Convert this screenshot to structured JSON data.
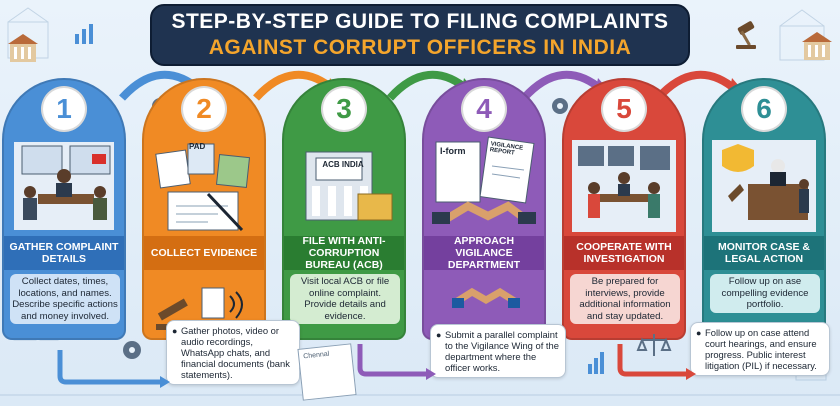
{
  "title": {
    "line1": "STEP-BY-STEP GUIDE TO FILING COMPLAINTS",
    "line2": "AGAINST CORRUPT OFFICERS IN INDIA"
  },
  "colors": {
    "step1": "#4a8fd6",
    "step2": "#f08a24",
    "step3": "#3f9a45",
    "step4": "#8e5bb8",
    "step5": "#d9483b",
    "step6": "#2e8f95",
    "title_bg": "#1f3350",
    "title_accent": "#f4a52c"
  },
  "steps": [
    {
      "number": "1",
      "heading": "GATHER COMPLAINT DETAILS",
      "description": "Collect dates, times, locations, and names. Describe specific actions and money involved.",
      "illustration": "meeting-icon"
    },
    {
      "number": "2",
      "heading": "COLLECT EVIDENCE",
      "description": "",
      "illustration": "evidence-documents-icon",
      "detail": "Gather photos, video or audio recordings, WhatsApp chats, and financial documents (bank statements)."
    },
    {
      "number": "3",
      "heading": "FILE WITH ANTI-CORRUPTION BUREAU (ACB)",
      "description": "Visit local ACB or file online complaint. Provide details and evidence.",
      "illustration": "acb-building-icon",
      "sign": "ACB INDIA"
    },
    {
      "number": "4",
      "heading": "APPROACH VIGILANCE DEPARTMENT",
      "description": "",
      "illustration": "handshake-icon",
      "form_label": "I-form",
      "report_label": "VIGILANCE REPORT",
      "detail": "Submit a parallel complaint to the Vigilance Wing of the department where the officer works."
    },
    {
      "number": "5",
      "heading": "COOPERATE WITH INVESTIGATION",
      "description": "Be prepared for interviews, provide additional information and stay updated.",
      "illustration": "interview-icon"
    },
    {
      "number": "6",
      "heading": "MONITOR CASE & LEGAL ACTION",
      "description": "Follow up on ase compelling evidence portfolio.",
      "illustration": "courtroom-icon",
      "detail": "Follow up on case attend court hearings, and ensure progress. Public interest litigation (PIL) if necessary."
    }
  ],
  "small_doc_label": "Chennal",
  "pad_label": "PAD"
}
